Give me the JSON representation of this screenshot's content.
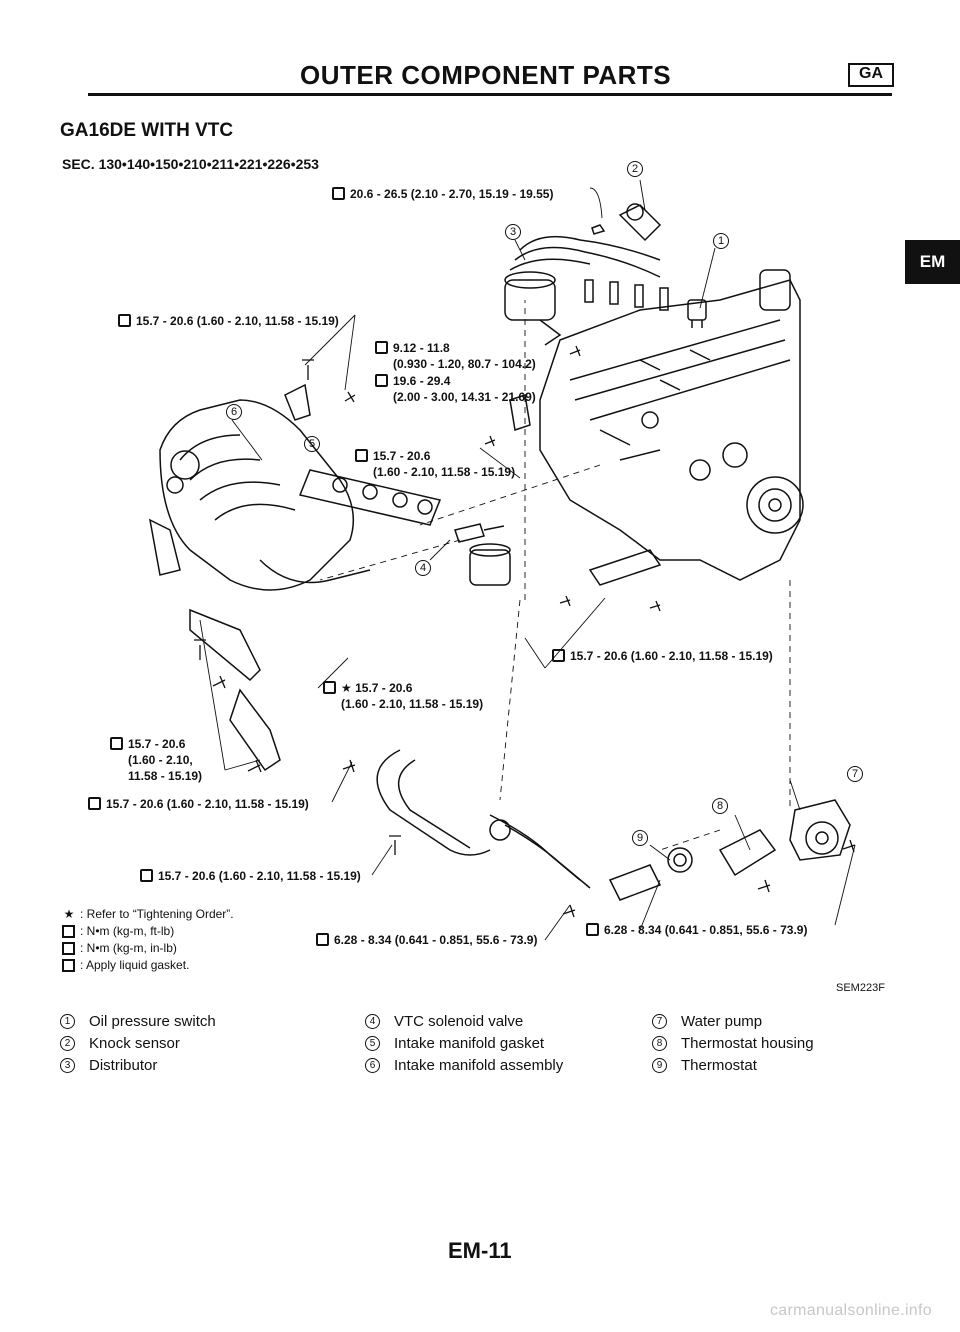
{
  "header": {
    "title": "OUTER COMPONENT PARTS",
    "tab": "GA"
  },
  "side_tab": "EM",
  "section_title": "GA16DE WITH VTC",
  "sec_ref": "SEC. 130•140•150•210•211•221•226•253",
  "torques": {
    "t1": "20.6 - 26.5 (2.10 - 2.70, 15.19 - 19.55)",
    "t2": "15.7 - 20.6 (1.60 - 2.10, 11.58 - 15.19)",
    "t3a": "9.12 - 11.8",
    "t3b": "(0.930 - 1.20, 80.7 - 104.2)",
    "t4a": "19.6 - 29.4",
    "t4b": "(2.00 - 3.00, 14.31 - 21.69)",
    "t5a": "15.7 - 20.6",
    "t5b": "(1.60 - 2.10, 11.58 - 15.19)",
    "t6": "15.7 - 20.6 (1.60 - 2.10, 11.58 - 15.19)",
    "t7a": "★ 15.7 - 20.6",
    "t7b": "(1.60 - 2.10, 11.58 - 15.19)",
    "t8a": "15.7 - 20.6",
    "t8b": "(1.60 - 2.10,",
    "t8c": "11.58 - 15.19)",
    "t9": "15.7 - 20.6 (1.60 - 2.10, 11.58 - 15.19)",
    "t10": "15.7 - 20.6 (1.60 - 2.10, 11.58 - 15.19)",
    "t11": "6.28 - 8.34 (0.641 - 0.851, 55.6 - 73.9)",
    "t12": "6.28 - 8.34 (0.641 - 0.851, 55.6 - 73.9)"
  },
  "callouts": [
    "1",
    "2",
    "3",
    "4",
    "5",
    "6",
    "7",
    "8",
    "9"
  ],
  "key": [
    {
      "symbol": "★",
      "text": ": Refer to “Tightening Order”."
    },
    {
      "symbol": "torque-box",
      "text": ": N•m (kg-m, ft-lb)"
    },
    {
      "symbol": "torque-box-small",
      "text": ": N•m (kg-m, in-lb)"
    },
    {
      "symbol": "gasket-box",
      "text": ": Apply liquid gasket."
    }
  ],
  "figure_code": "SEM223F",
  "legend": [
    {
      "num": "1",
      "label": "Oil pressure switch"
    },
    {
      "num": "2",
      "label": "Knock sensor"
    },
    {
      "num": "3",
      "label": "Distributor"
    },
    {
      "num": "4",
      "label": "VTC solenoid valve"
    },
    {
      "num": "5",
      "label": "Intake manifold gasket"
    },
    {
      "num": "6",
      "label": "Intake manifold assembly"
    },
    {
      "num": "7",
      "label": "Water pump"
    },
    {
      "num": "8",
      "label": "Thermostat housing"
    },
    {
      "num": "9",
      "label": "Thermostat"
    }
  ],
  "page_number": "EM-11",
  "watermark": "carmanualsonline.info"
}
